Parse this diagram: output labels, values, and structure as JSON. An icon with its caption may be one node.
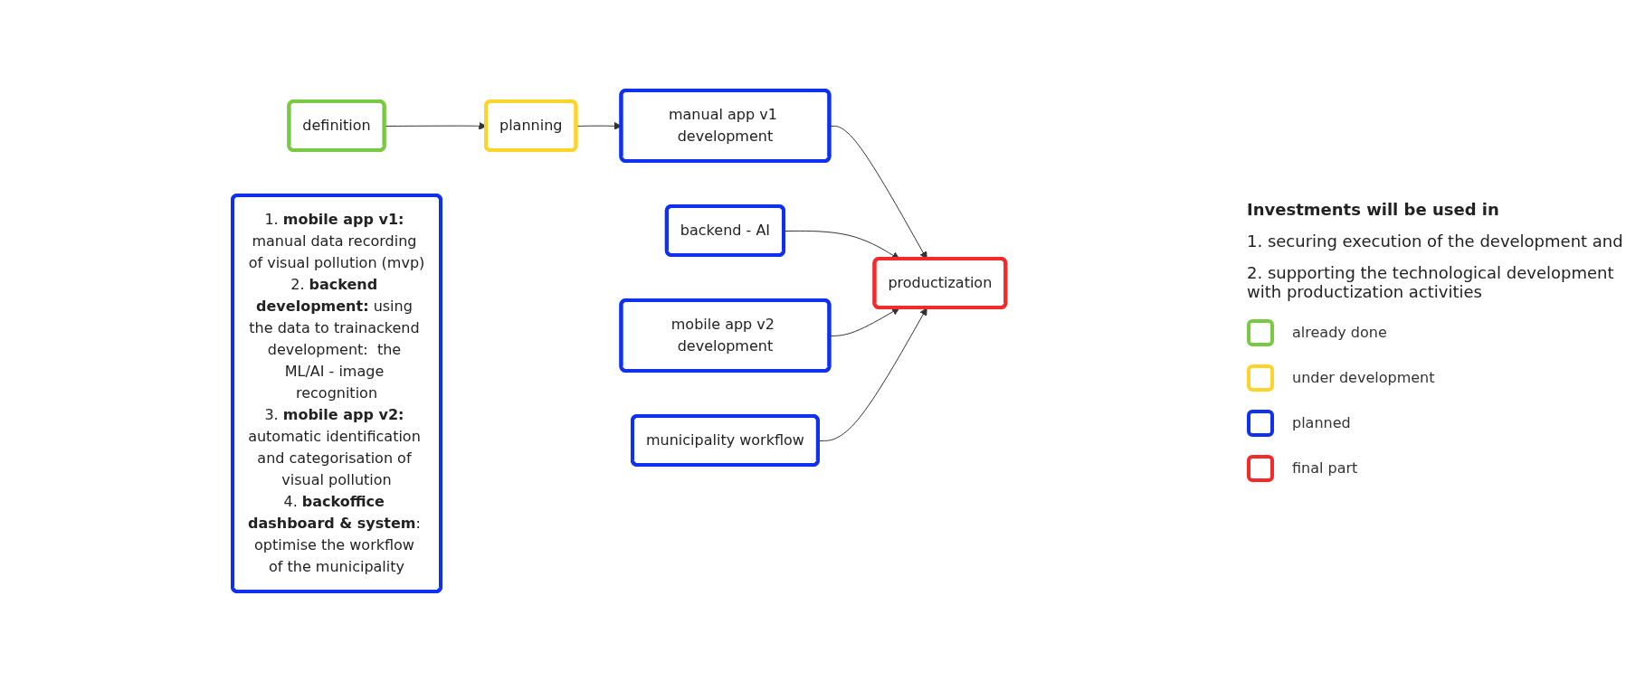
{
  "diagram": {
    "nodes": [
      {
        "text": [
          "definition"
        ]
      },
      {
        "text": [
          "planning"
        ]
      },
      {
        "text": [
          "manual app v1 development"
        ]
      },
      {
        "text": [
          "backend - AI"
        ]
      },
      {
        "text": [
          "mobile app v2 development"
        ]
      },
      {
        "text": [
          "municipality workflow"
        ]
      },
      {
        "text": [
          "productization"
        ]
      },
      {
        "text": [
          "1. **mobile app v1:** manual data recording of visual pollution (mvp)",
          "2. **backend development:** using the data to trainackend development:  the ML/AI - image recognition",
          "3. **mobile app v2:** automatic identification and categorisation of visual pollution",
          "4. **backoffice dashboard & system**: optimise the workflow of the municipality"
        ]
      }
    ],
    "edges": [
      {
        "from": 0,
        "to": 1,
        "arrow": "to"
      },
      {
        "from": 1,
        "to": 2,
        "arrow": "to"
      },
      {
        "from": 2,
        "to": 6,
        "arrow": "to"
      },
      {
        "from": 3,
        "to": 6,
        "arrow": "to"
      },
      {
        "from": 4,
        "to": 6,
        "arrow": "to"
      },
      {
        "from": 5,
        "to": 6,
        "arrow": "to"
      }
    ],
    "labels": [
      "Investments will be used in",
      "1. securing execution of the development and",
      "2. supporting the technological development with productization activities"
    ],
    "legend": [
      {
        "text": "already done",
        "color": "#7ac943"
      },
      {
        "text": "under development",
        "color": "#ffd42a"
      },
      {
        "text": "planned",
        "color": "#1030f0"
      },
      {
        "text": "final part",
        "color": "#f22a2a"
      }
    ]
  }
}
